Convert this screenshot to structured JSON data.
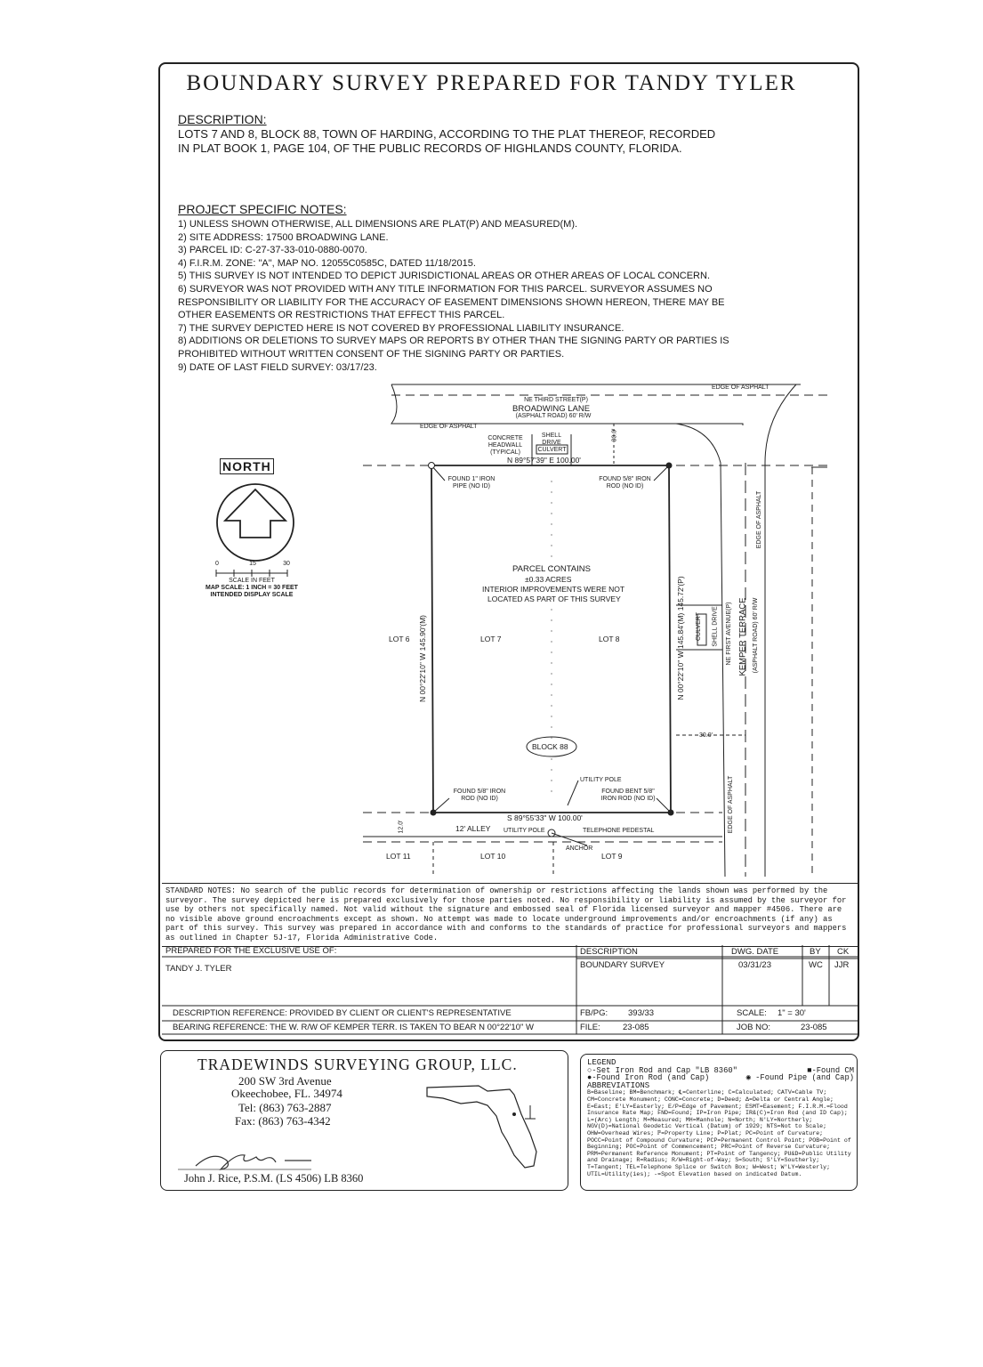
{
  "title": "BOUNDARY SURVEY PREPARED FOR TANDY TYLER",
  "description": {
    "heading": "DESCRIPTION:",
    "line1": "LOTS 7 AND 8, BLOCK 88, TOWN OF HARDING, ACCORDING TO THE PLAT THEREOF, RECORDED",
    "line2": "IN PLAT BOOK 1, PAGE 104, OF THE PUBLIC RECORDS OF HIGHLANDS COUNTY, FLORIDA."
  },
  "notes": {
    "heading": "PROJECT SPECIFIC NOTES:",
    "lines": [
      "1) UNLESS SHOWN OTHERWISE, ALL DIMENSIONS ARE PLAT(P) AND MEASURED(M).",
      "2) SITE ADDRESS: 17500 BROADWING LANE.",
      "3) PARCEL ID: C-27-37-33-010-0880-0070.",
      "4) F.I.R.M. ZONE: \"A\", MAP NO. 12055C0585C, DATED 11/18/2015.",
      "5) THIS SURVEY IS NOT INTENDED TO DEPICT JURISDICTIONAL AREAS OR OTHER AREAS OF LOCAL CONCERN.",
      "6) SURVEYOR WAS NOT PROVIDED WITH ANY TITLE INFORMATION FOR THIS PARCEL. SURVEYOR ASSUMES NO",
      "RESPONSIBILITY OR LIABILITY FOR THE ACCURACY OF EASEMENT DIMENSIONS SHOWN HEREON, THERE MAY BE",
      "OTHER EASEMENTS OR RESTRICTIONS THAT EFFECT THIS PARCEL.",
      "7) THE SURVEY DEPICTED HERE IS NOT COVERED BY PROFESSIONAL LIABILITY INSURANCE.",
      "8) ADDITIONS OR DELETIONS TO SURVEY MAPS OR REPORTS BY OTHER THAN THE SIGNING PARTY OR PARTIES IS",
      "PROHIBITED WITHOUT WRITTEN CONSENT OF THE SIGNING PARTY OR PARTIES.",
      "9) DATE OF LAST FIELD SURVEY: 03/17/23."
    ]
  },
  "map": {
    "edge_asphalt_top": "EDGE OF ASPHALT",
    "street_old": "NE THIRD STREET(P)",
    "street_name": "BROADWING LANE",
    "street_desc": "(ASPHALT ROAD) 60' R/W",
    "edge_asphalt_left": "EDGE OF ASPHALT",
    "headwall": "CONCRETE HEADWALL (TYPICAL)",
    "shell_drive": "SHELL DRIVE",
    "culvert": "CULVERT",
    "dim_30": "30.0'",
    "north_bearing": "N 89°57'39\" E 100.00'",
    "found_iron_pipe": "FOUND 1\" IRON PIPE (NO ID)",
    "found_iron_rod_ne": "FOUND 5/8\" IRON ROD (NO ID)",
    "north_label": "NORTH",
    "scale_ticks": [
      "0",
      "15",
      "30"
    ],
    "scale_caption": "SCALE IN FEET",
    "map_scale": "MAP SCALE: 1 INCH = 30 FEET",
    "intended_scale": "INTENDED DISPLAY SCALE",
    "parcel_contains": "PARCEL CONTAINS",
    "acres": "±0.33 ACRES",
    "interior1": "INTERIOR IMPROVEMENTS WERE NOT",
    "interior2": "LOCATED AS PART OF THIS SURVEY",
    "lot6": "LOT 6",
    "lot7": "LOT 7",
    "lot8": "LOT 8",
    "west_bearing": "N 00°22'10\" W 145.90'(M)",
    "east_bearing": "N 00°22'10\" W 145.84'(M) 145.72'(P)",
    "culvert_right": "CULVERT",
    "shell_drive_right": "SHELL DRIVE",
    "kemper_old": "NE FIRST AVENUE(P)",
    "kemper_name": "KEMPER TERRACE",
    "kemper_desc": "(ASPHALT ROAD) 60' R/W",
    "edge_asphalt_right": "EDGE OF ASPHALT",
    "dim_30_right": "30.0'",
    "block": "BLOCK 88",
    "utility_pole_top": "UTILITY POLE",
    "found_iron_rod_sw": "FOUND 5/8\" IRON ROD (NO ID)",
    "found_bent_rod": "FOUND BENT 5/8\" IRON ROD (NO ID)",
    "south_bearing": "S 89°55'33\" W 100.00'",
    "alley": "12' ALLEY",
    "alley_dim": "12.0'",
    "utility_pole_bottom": "UTILITY POLE",
    "telephone_pedestal": "TELEPHONE PEDESTAL",
    "anchor": "ANCHOR",
    "edge_asphalt_br": "EDGE OF ASPHALT",
    "lot11": "LOT 11",
    "lot10": "LOT 10",
    "lot9": "LOT 9"
  },
  "standard_notes": "STANDARD NOTES: No search of the public records for determination of ownership or restrictions affecting the lands shown was performed by the surveyor. The survey depicted here is prepared exclusively for those parties noted. No responsibility or liability is assumed by the surveyor for use by others not specifically named. Not valid without the signature and embossed seal of Florida licensed surveyor and mapper #4506. There are no visible above ground encroachments except as shown. No attempt was made to locate underground improvements and/or encroachments (if any) as part of this survey. This survey was prepared in accordance with and conforms to the standards of practice for professional surveyors and mappers as outlined in Chapter 5J-17, Florida Administrative Code.",
  "table": {
    "prepared_for_label": "PREPARED FOR THE EXCLUSIVE USE OF:",
    "client": "TANDY J. TYLER",
    "description_label": "DESCRIPTION",
    "description_value": "BOUNDARY SURVEY",
    "dwg_date_label": "DWG. DATE",
    "dwg_date_value": "03/31/23",
    "by_label": "BY",
    "by_value": "WC",
    "ck_label": "CK",
    "ck_value": "JJR",
    "description_reference": "DESCRIPTION REFERENCE: PROVIDED BY CLIENT OR CLIENT'S REPRESENTATIVE",
    "bearing_reference": "BEARING REFERENCE: THE W. R/W OF KEMPER TERR. IS TAKEN TO BEAR N 00°22'10\" W",
    "fb_pg_label": "FB/PG:",
    "fb_pg_value": "393/33",
    "file_label": "FILE:",
    "file_value": "23-085",
    "scale_label": "SCALE:",
    "scale_value": "1\" = 30'",
    "job_label": "JOB NO:",
    "job_value": "23-085"
  },
  "company": {
    "name": "TRADEWINDS SURVEYING GROUP, LLC.",
    "address1": "200 SW 3rd Avenue",
    "address2": "Okeechobee, FL. 34974",
    "tel": "Tel: (863) 763-2887",
    "fax": "Fax: (863) 763-4342",
    "surveyor": "John J. Rice, P.S.M. (LS 4506) LB 8360"
  },
  "legend": {
    "heading": "LEGEND",
    "set_rod": "○-Set Iron Rod and Cap \"LB 8360\"",
    "found_cm": "■-Found CM",
    "found_rod": "●-Found Iron Rod (and Cap)",
    "found_pipe": "◉ -Found Pipe (and Cap)",
    "abbrev_heading": "ABBREVIATIONS",
    "abbreviations": "B=Baseline; BM=Benchmark; ℄=Centerline; C=Calculated; CATV=Cable TV; CM=Concrete Monument; CONC=Concrete; D=Deed; Δ=Delta or Central Angle; E=East; E'LY=Easterly; E/P=Edge of Pavement; ESMT=Easement; F.I.R.M.=Flood Insurance Rate Map; FND=Found; IP=Iron Pipe; IR&(C)=Iron Rod (and ID Cap); L=(Arc) Length; M=Measured; MH=Manhole; N=North; N'LY=Northerly; NGV(D)=National Geodetic Vertical (Datum) of 1929; NTS=Not to Scale; OHW=Overhead Wires; ℙ=Property Line; P=Plat; PC=Point of Curvature; POCC=Point of Compound Curvature; PCP=Permanent Control Point; POB=Point of Beginning; POC=Point of Commencement; PRC=Point of Reverse Curvature; PRM=Permanent Reference Monument; PT=Point of Tangency; PU&D=Public Utility and Drainage; R=Radius; R/W=Right-of-Way; S=South; S'LY=Southerly; T=Tangent; TEL=Telephone Splice or Switch Box; W=West; W'LY=Westerly; UTIL=Utility(ies); -=Spot Elevation based on indicated Datum."
  }
}
